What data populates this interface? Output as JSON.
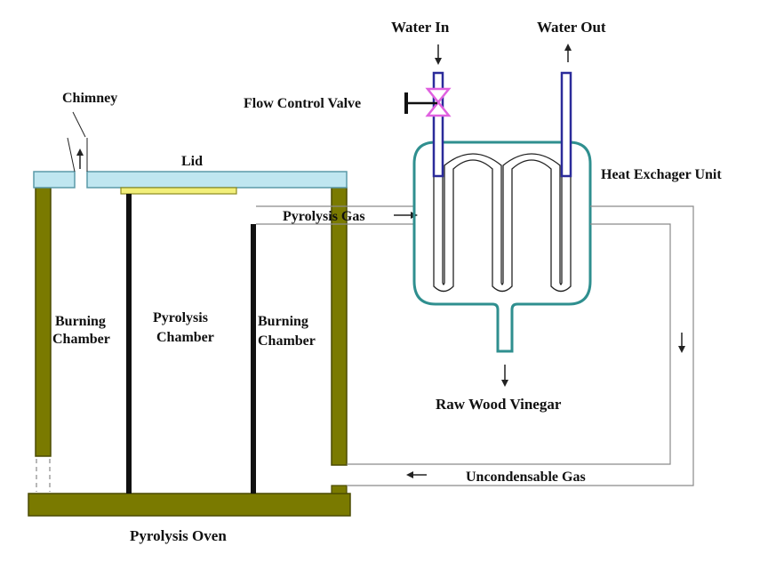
{
  "labels": {
    "water_in": "Water In",
    "water_out": "Water Out",
    "flow_control_valve": "Flow Control Valve",
    "chimney": "Chimney",
    "lid": "Lid",
    "heat_exchanger_unit": "Heat Exchager Unit",
    "pyrolysis_gas": "Pyrolysis Gas",
    "burning_chamber_left_1": "Burning",
    "burning_chamber_left_2": "Chamber",
    "pyrolysis_chamber_1": "Pyrolysis",
    "pyrolysis_chamber_2": "Chamber",
    "burning_chamber_right_1": "Burning",
    "burning_chamber_right_2": "Chamber",
    "raw_wood_vinegar": "Raw Wood Vinegar",
    "uncondensable_gas": "Uncondensable Gas",
    "pyrolysis_oven": "Pyrolysis Oven"
  },
  "colors": {
    "wall": "#7a7a00",
    "wall_stroke": "#4a4a00",
    "lid": "#bfe6f0",
    "lid_stroke": "#5a9aa8",
    "lid_gasket": "#f2ef7a",
    "exchanger": "#2f8f8f",
    "water_pipe": "#2b2b9a",
    "valve": "#e060e0",
    "line": "#222222",
    "pipe_gray": "#8a8a8a"
  }
}
